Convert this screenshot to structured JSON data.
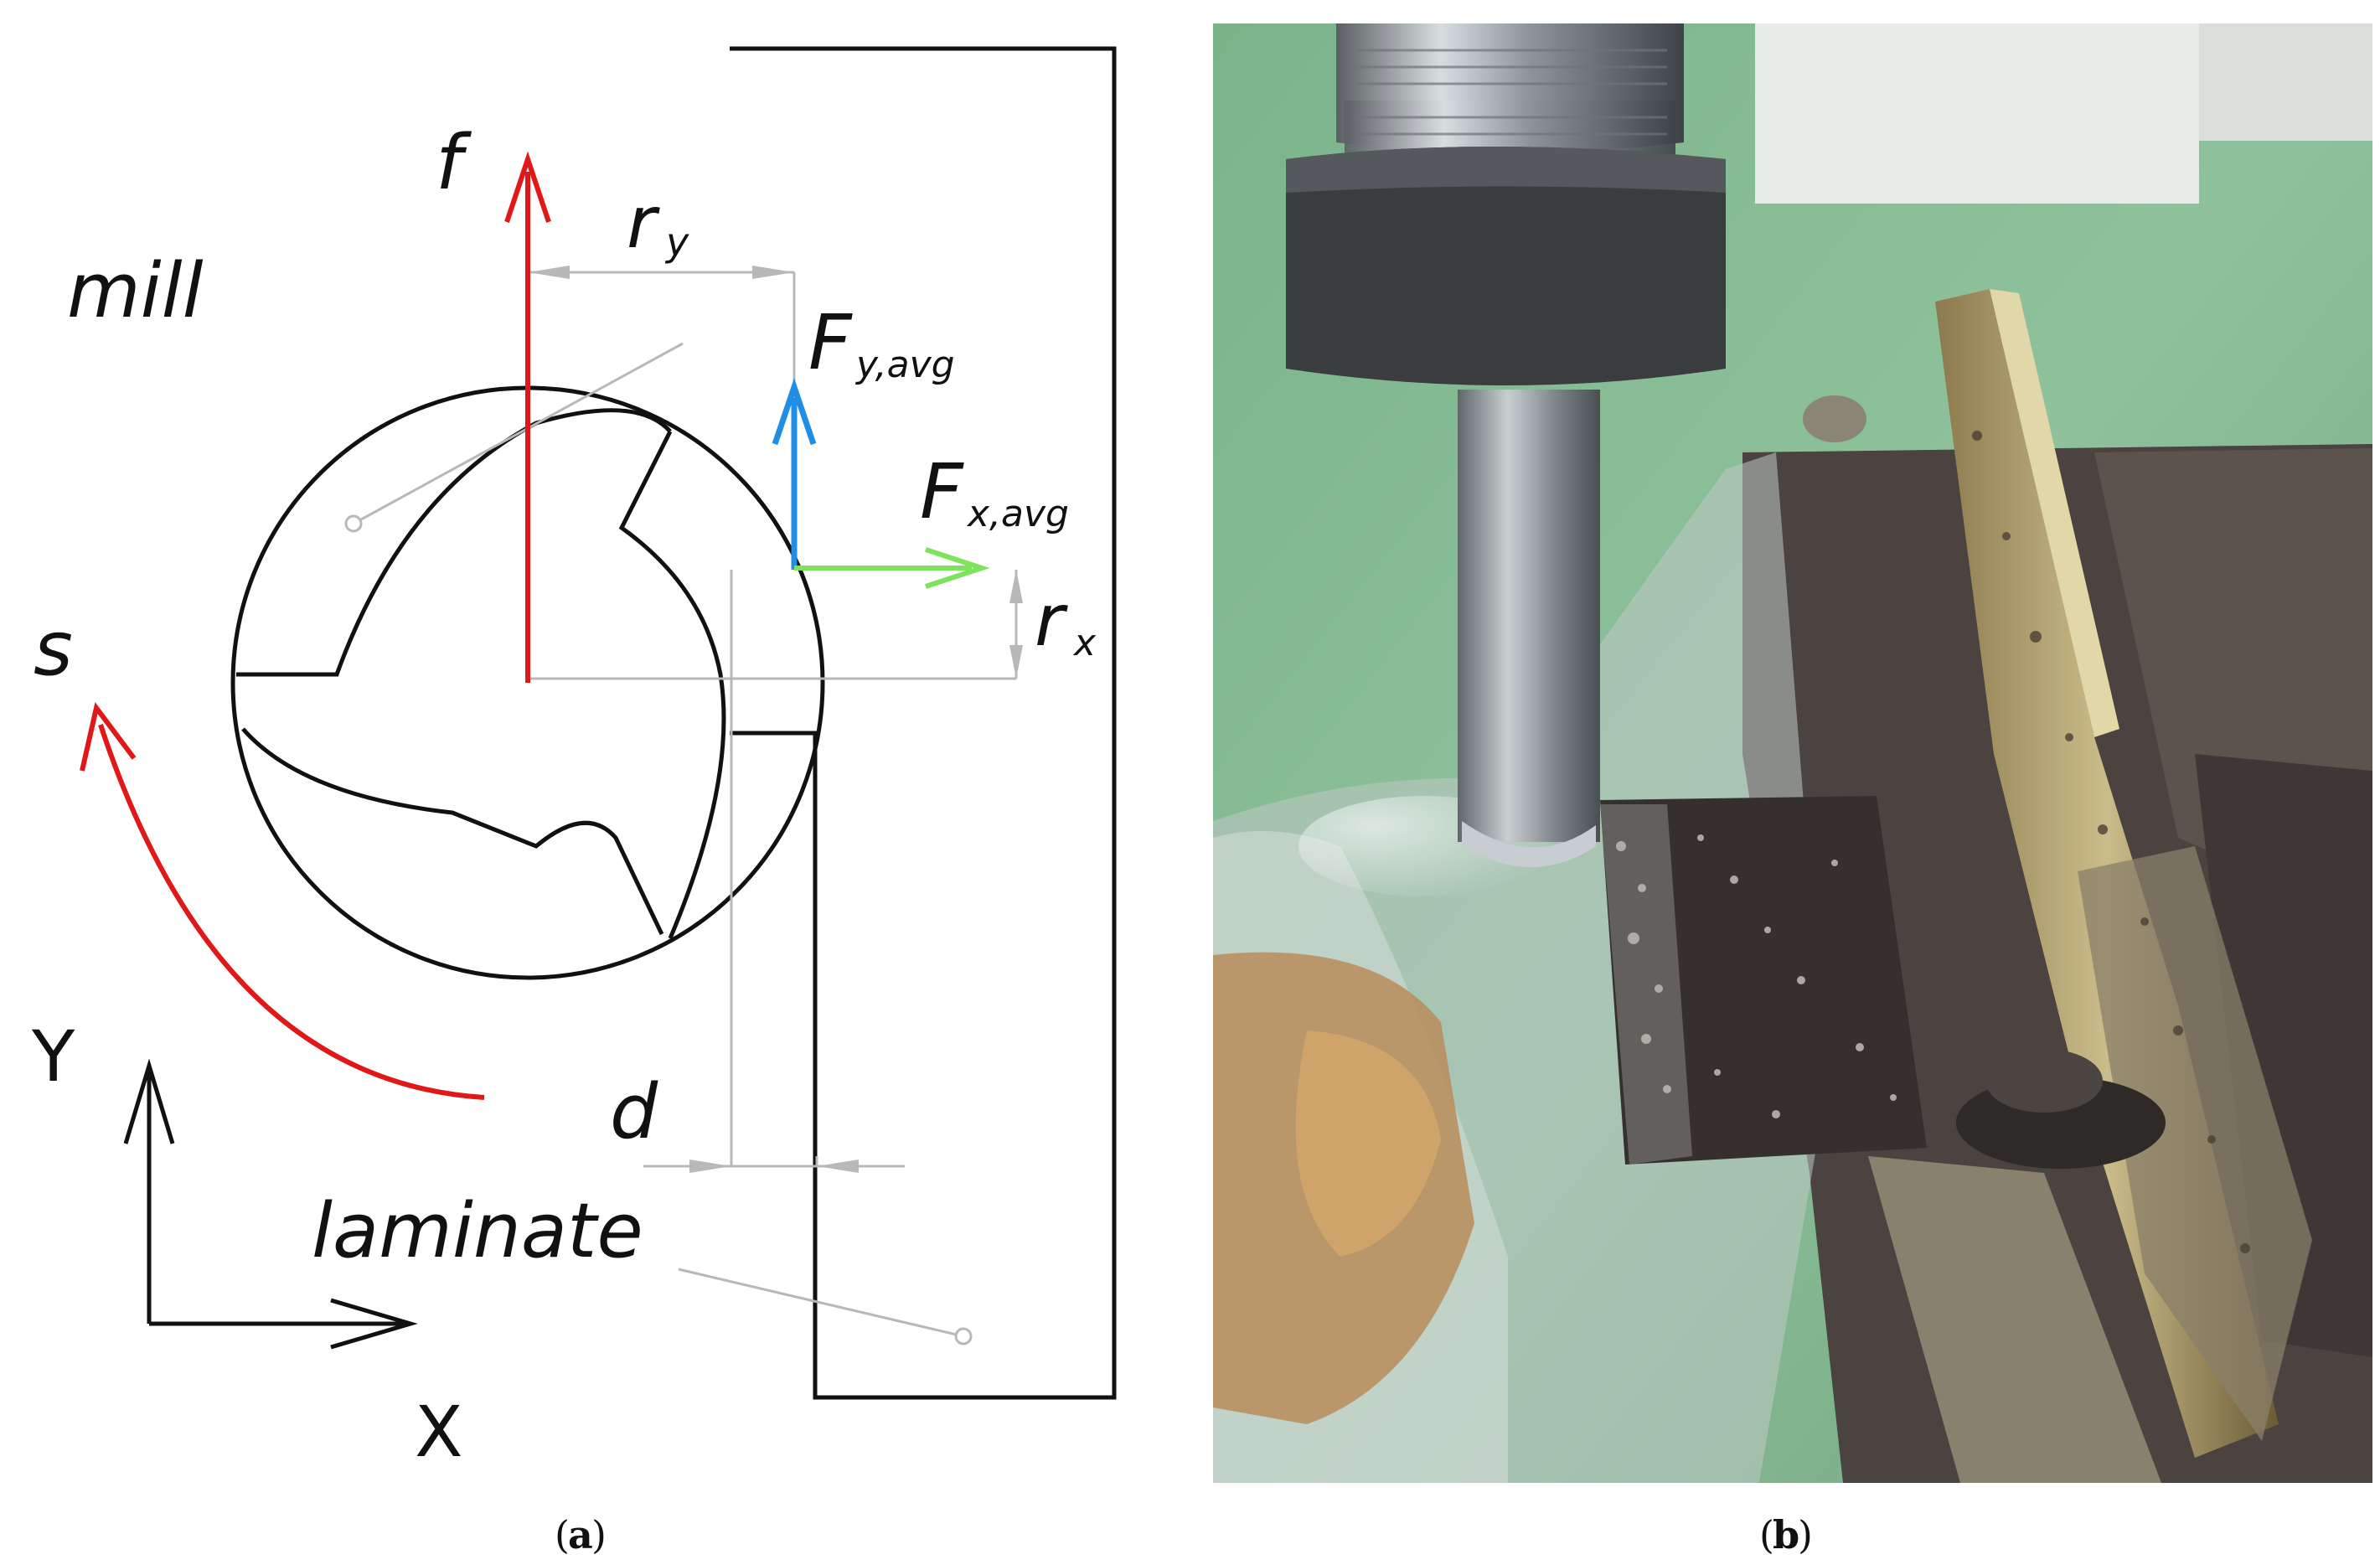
{
  "panel_a": {
    "labels": {
      "feed": "f",
      "mill": "mill",
      "spindle": "s",
      "ry_main": "r",
      "ry_sub": "y",
      "fy_main": "F",
      "fy_sub": "y,avg",
      "fx_main": "F",
      "fx_sub": "x,avg",
      "rx_main": "r",
      "rx_sub": "x",
      "d": "d",
      "laminate": "laminate",
      "axis_y": "Y",
      "axis_x": "X"
    },
    "colors": {
      "feed_arrow": "#e01818",
      "rotation_arrow": "#e01818",
      "fy_arrow": "#1f8fe6",
      "fx_arrow": "#7de35a",
      "outline": "#111111",
      "dimension": "#b8b8b8"
    },
    "caption_letter": "a"
  },
  "panel_b": {
    "photo_description_icon": "milling-photo",
    "caption_letter": "b"
  },
  "caption_parens": [
    "(",
    ")"
  ]
}
